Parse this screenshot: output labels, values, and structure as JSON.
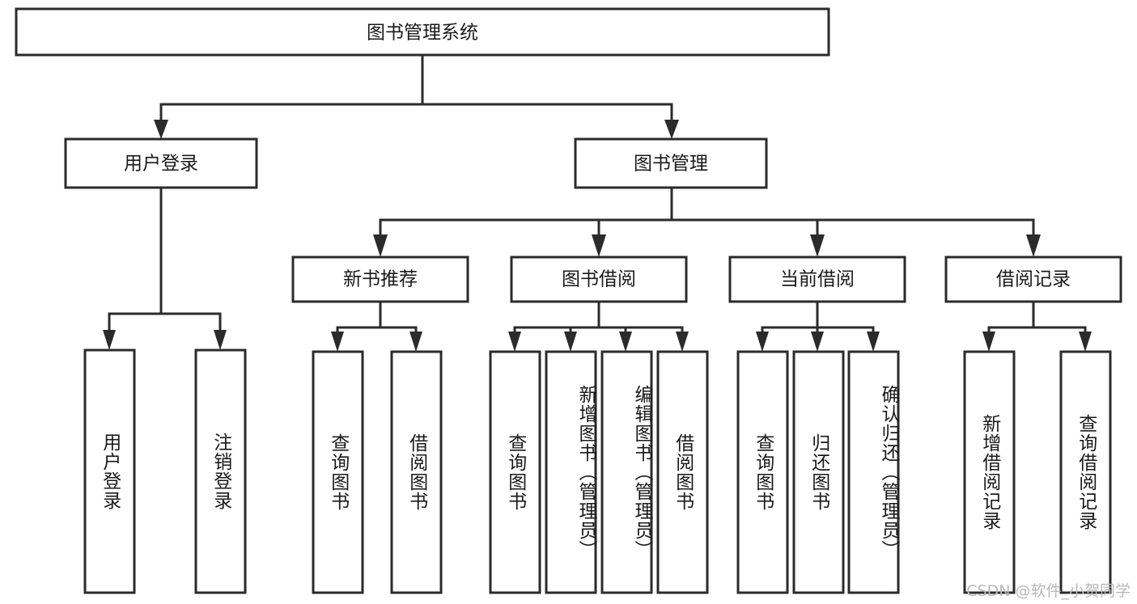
{
  "diagram": {
    "type": "hierarchy-tree",
    "title": "图书管理系统",
    "watermark": "CSDN @软件_小贺同学",
    "colors": {
      "box_border": "#2b2b2b",
      "box_fill": "#ffffff",
      "connector": "#2b2b2b",
      "text": "#1a1a1a",
      "background": "#ffffff",
      "watermark": "#b9b9b9"
    },
    "levels": {
      "root": {
        "label": "图书管理系统"
      },
      "level2": [
        {
          "label": "用户登录"
        },
        {
          "label": "图书管理"
        }
      ],
      "level3": [
        {
          "label": "新书推荐"
        },
        {
          "label": "图书借阅"
        },
        {
          "label": "当前借阅"
        },
        {
          "label": "借阅记录"
        }
      ],
      "leaves": {
        "user_login": [
          {
            "label": "用户登录"
          },
          {
            "label": "注销登录"
          }
        ],
        "new_book_recommend": [
          {
            "label": "查询图书"
          },
          {
            "label": "借阅图书"
          }
        ],
        "book_borrow": [
          {
            "label": "查询图书"
          },
          {
            "label": "新增图书（管理员）"
          },
          {
            "label": "编辑图书（管理员）"
          },
          {
            "label": "借阅图书"
          }
        ],
        "current_borrow": [
          {
            "label": "查询图书"
          },
          {
            "label": "归还图书"
          },
          {
            "label": "确认归还（管理员）"
          }
        ],
        "borrow_record": [
          {
            "label": "新增借阅记录"
          },
          {
            "label": "查询借阅记录"
          }
        ]
      }
    },
    "edges": [
      {
        "from": "图书管理系统",
        "to": "用户登录"
      },
      {
        "from": "图书管理系统",
        "to": "图书管理"
      },
      {
        "from": "用户登录",
        "to": "用户登录"
      },
      {
        "from": "用户登录",
        "to": "注销登录"
      },
      {
        "from": "图书管理",
        "to": "新书推荐"
      },
      {
        "from": "图书管理",
        "to": "图书借阅"
      },
      {
        "from": "图书管理",
        "to": "当前借阅"
      },
      {
        "from": "图书管理",
        "to": "借阅记录"
      },
      {
        "from": "新书推荐",
        "to": "查询图书"
      },
      {
        "from": "新书推荐",
        "to": "借阅图书"
      },
      {
        "from": "图书借阅",
        "to": "查询图书"
      },
      {
        "from": "图书借阅",
        "to": "新增图书（管理员）"
      },
      {
        "from": "图书借阅",
        "to": "编辑图书（管理员）"
      },
      {
        "from": "图书借阅",
        "to": "借阅图书"
      },
      {
        "from": "当前借阅",
        "to": "查询图书"
      },
      {
        "from": "当前借阅",
        "to": "归还图书"
      },
      {
        "from": "当前借阅",
        "to": "确认归还（管理员）"
      },
      {
        "from": "借阅记录",
        "to": "新增借阅记录"
      },
      {
        "from": "借阅记录",
        "to": "查询借阅记录"
      }
    ]
  }
}
